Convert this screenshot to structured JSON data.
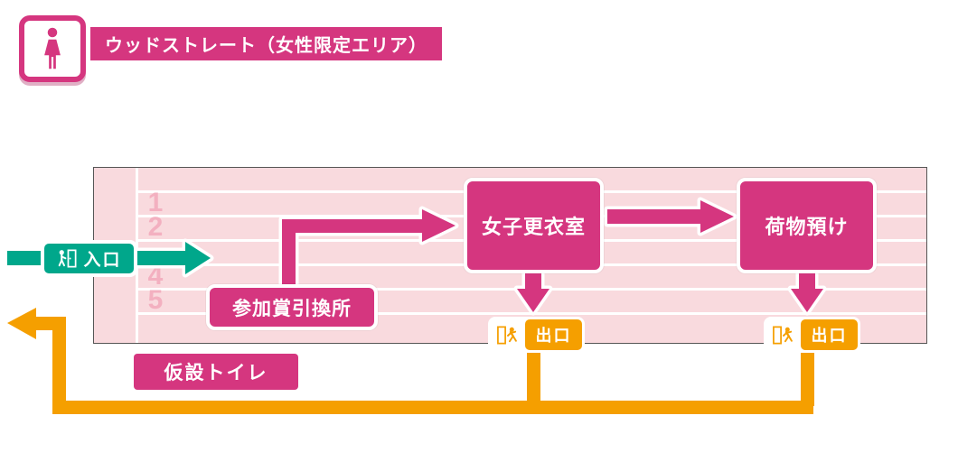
{
  "header": {
    "title": "ウッドストレート（女性限定エリア）",
    "icon": "woman-pictogram-icon"
  },
  "track": {
    "lane_numbers": [
      "1",
      "2",
      "4",
      "5"
    ]
  },
  "flow": {
    "entrance_label": "入口",
    "boxes": {
      "prize_exchange": "参加賞引換所",
      "changing_room": "女子更衣室",
      "baggage": "荷物預け",
      "toilet": "仮設トイレ"
    },
    "exit1_label": "出口",
    "exit2_label": "出口"
  },
  "icons": {
    "header": "woman-pictogram-icon",
    "entrance": "door-enter-person-icon",
    "exit": "door-exit-running-person-icon"
  },
  "colors": {
    "magenta": "#d5367f",
    "teal": "#00a78b",
    "orange": "#f59f00",
    "track_background": "#f9dade",
    "lane_number": "#f3b0c0"
  }
}
